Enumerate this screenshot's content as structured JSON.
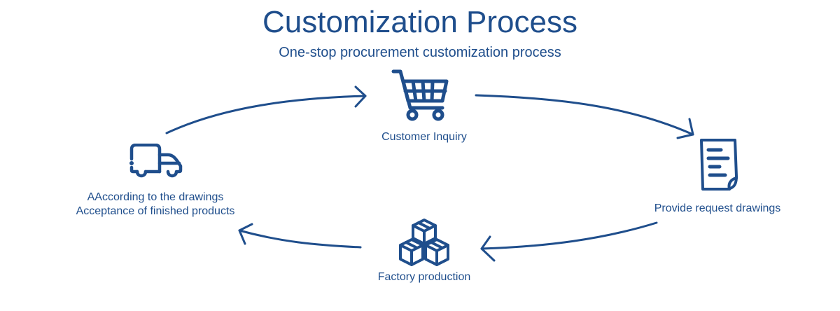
{
  "header": {
    "title": "Customization Process",
    "subtitle": "One-stop procurement customization process"
  },
  "colors": {
    "primary": "#1f4e8c",
    "background": "#ffffff"
  },
  "steps": [
    {
      "icon": "shopping-cart-icon",
      "label": "Customer Inquiry"
    },
    {
      "icon": "document-icon",
      "label": "Provide request drawings"
    },
    {
      "icon": "boxes-icon",
      "label": "Factory production"
    },
    {
      "icon": "truck-icon",
      "label_line1": "AAccording to the drawings",
      "label_line2": "Acceptance of finished products"
    }
  ]
}
